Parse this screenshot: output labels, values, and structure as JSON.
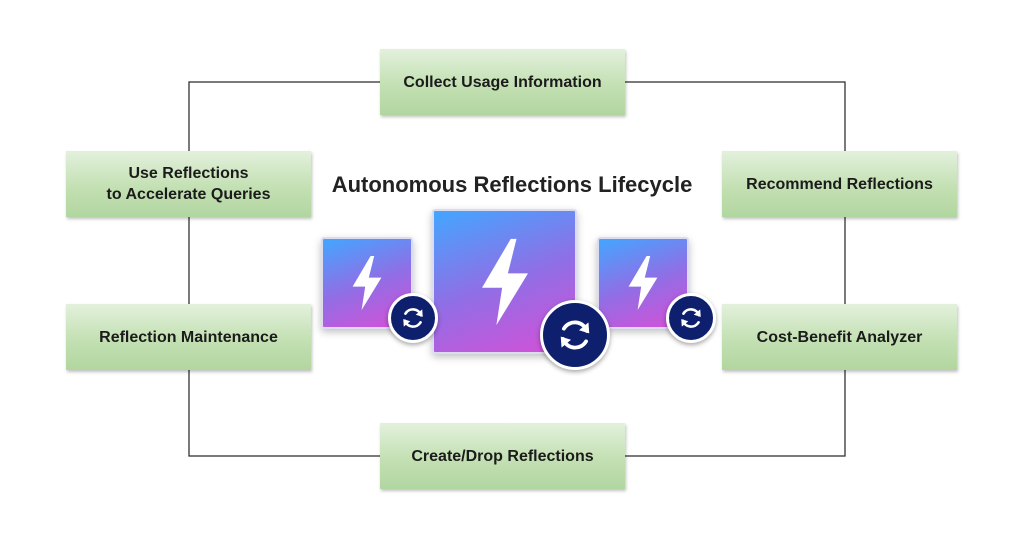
{
  "title": "Autonomous Reflections Lifecycle",
  "steps": {
    "top": "Collect Usage Information",
    "right_top": "Recommend Reflections",
    "right_bottom": "Cost-Benefit Analyzer",
    "bottom": "Create/Drop Reflections",
    "left_bottom": "Reflection Maintenance",
    "left_top": "Use Reflections\nto Accelerate Queries"
  },
  "icons": {
    "card": "lightning-bolt-icon",
    "badge": "sync-icon"
  },
  "colors": {
    "step_fill": "#c3e0b3",
    "card_gradient_start": "#43a6ff",
    "card_gradient_end": "#d74fd6",
    "badge_fill": "#0e1f6e",
    "loop_line": "#333333"
  }
}
